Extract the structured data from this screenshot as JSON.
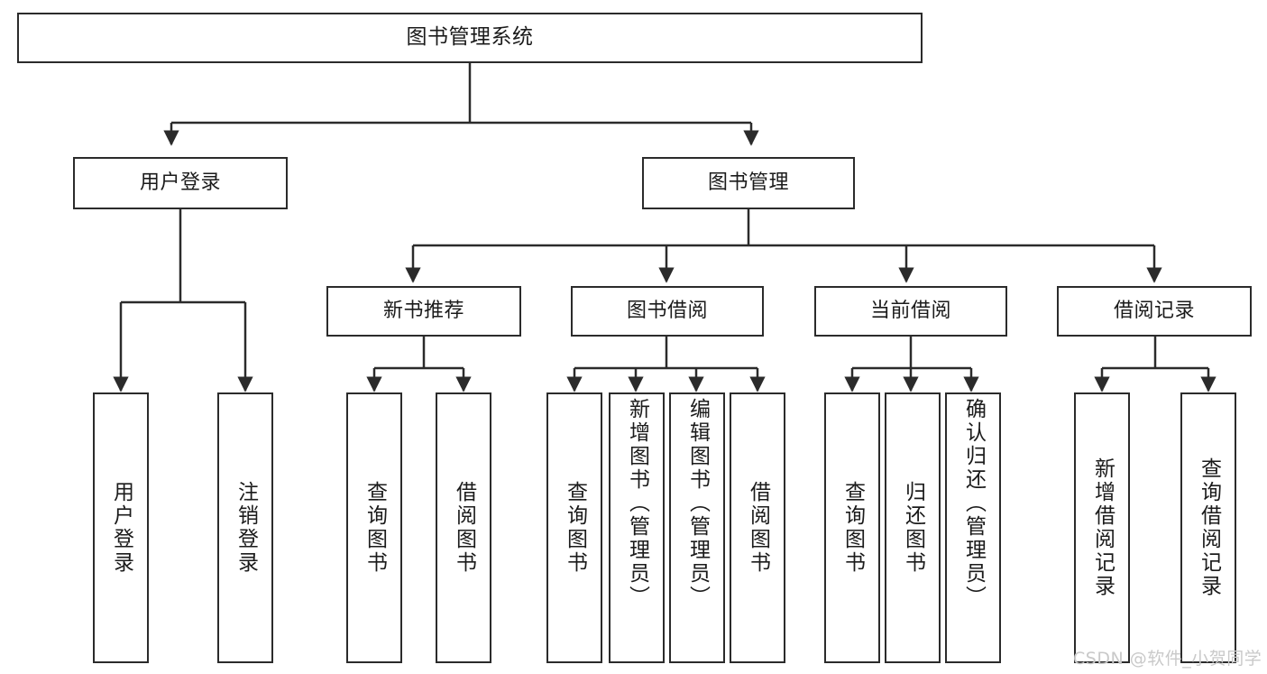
{
  "diagram": {
    "title": "图书管理系统",
    "type": "tree-hierarchy",
    "watermark": "CSDN @软件_小贺同学",
    "colors": {
      "stroke": "#2b2b2b",
      "fill": "#ffffff",
      "text": "#1b1b1b",
      "watermark": "#c9c9c9"
    },
    "levels": {
      "level0": [
        {
          "id": "root",
          "label": "图书管理系统"
        }
      ],
      "level1": [
        {
          "id": "login",
          "label": "用户登录"
        },
        {
          "id": "bookmgmt",
          "label": "图书管理"
        }
      ],
      "level2": [
        {
          "id": "newbook",
          "label": "新书推荐"
        },
        {
          "id": "borrow",
          "label": "图书借阅"
        },
        {
          "id": "current",
          "label": "当前借阅"
        },
        {
          "id": "records",
          "label": "借阅记录"
        }
      ],
      "leaves": {
        "login": [
          {
            "id": "login-1",
            "label": "用户登录"
          },
          {
            "id": "login-2",
            "label": "注销登录"
          }
        ],
        "newbook": [
          {
            "id": "newbook-1",
            "label": "查询图书"
          },
          {
            "id": "newbook-2",
            "label": "借阅图书"
          }
        ],
        "borrow": [
          {
            "id": "borrow-1",
            "label": "查询图书"
          },
          {
            "id": "borrow-2",
            "label": "新增图书（管理员）"
          },
          {
            "id": "borrow-3",
            "label": "编辑图书（管理员）"
          },
          {
            "id": "borrow-4",
            "label": "借阅图书"
          }
        ],
        "current": [
          {
            "id": "current-1",
            "label": "查询图书"
          },
          {
            "id": "current-2",
            "label": "归还图书"
          },
          {
            "id": "current-3",
            "label": "确认归还（管理员）"
          }
        ],
        "records": [
          {
            "id": "records-1",
            "label": "新增借阅记录"
          },
          {
            "id": "records-2",
            "label": "查询借阅记录"
          }
        ]
      }
    }
  }
}
